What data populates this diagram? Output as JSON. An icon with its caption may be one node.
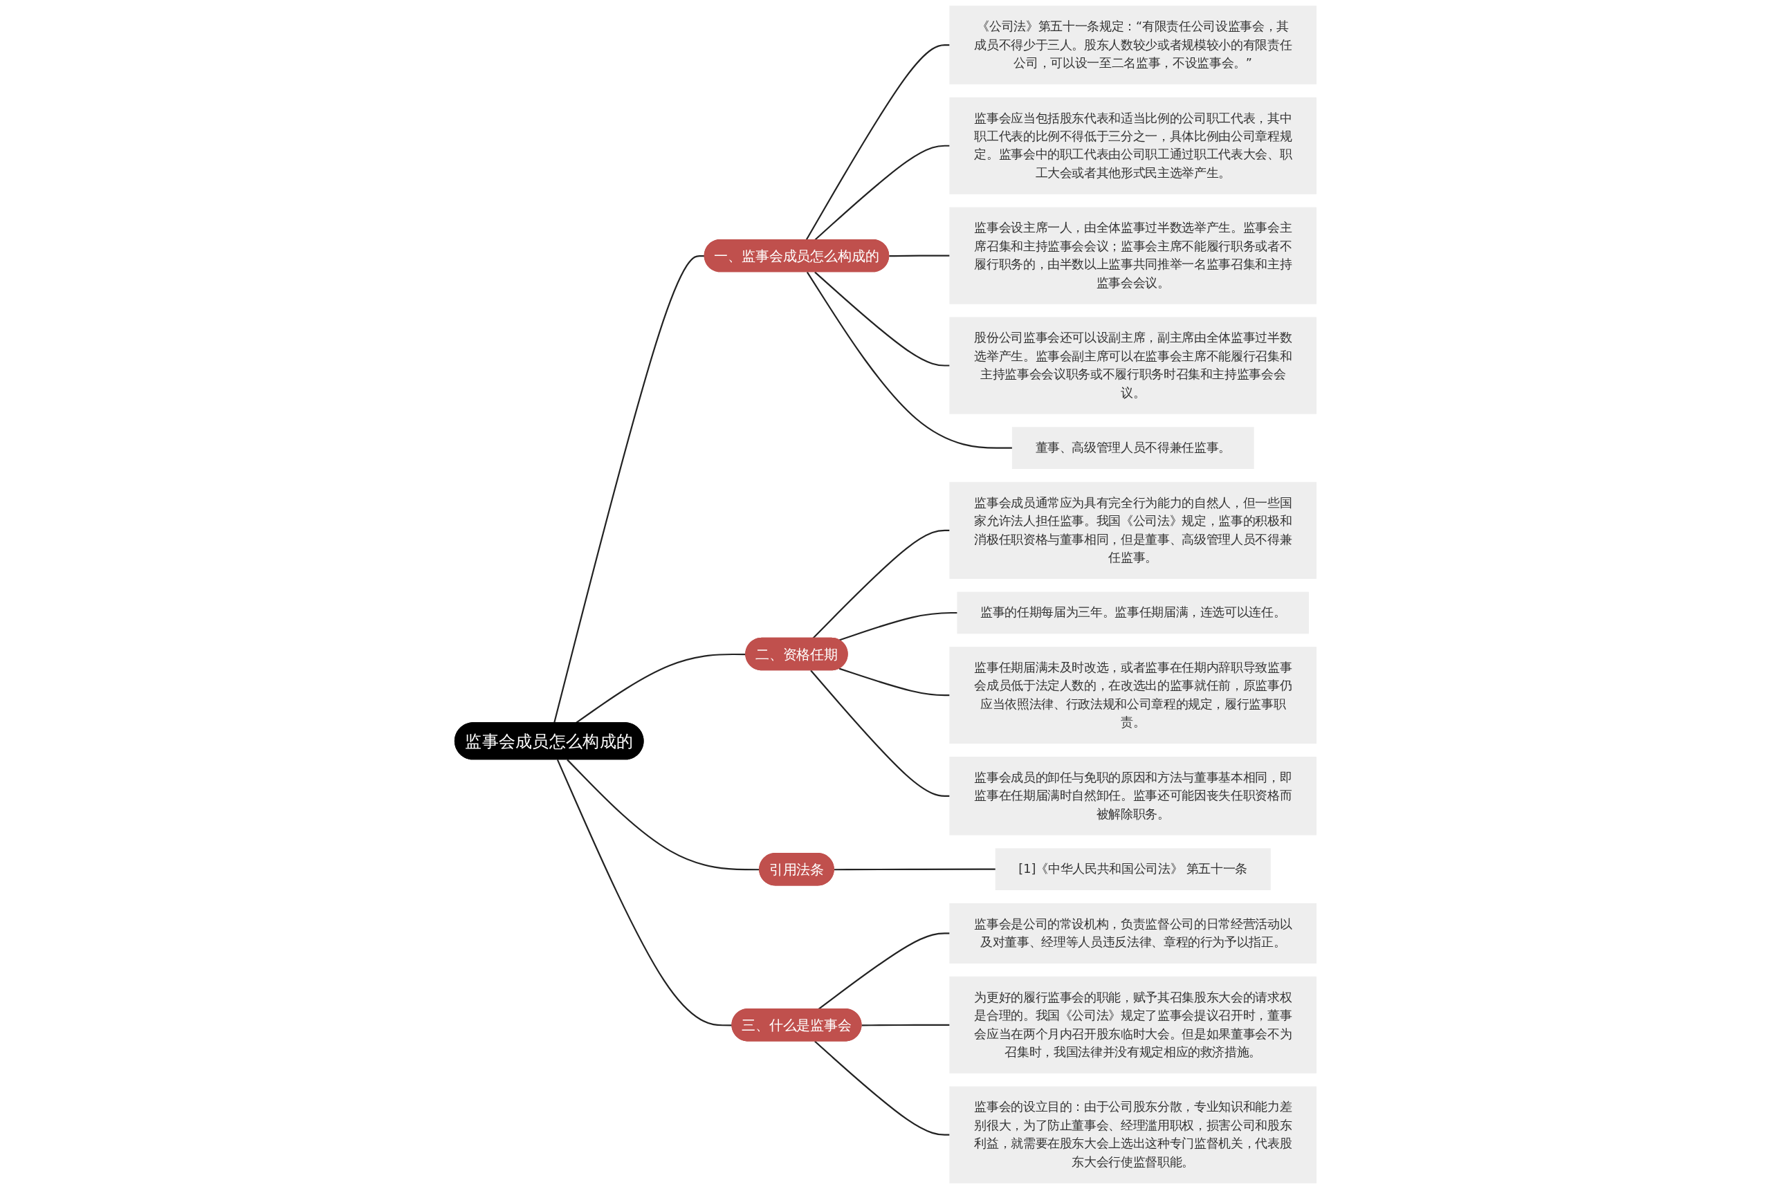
{
  "diagram": {
    "nodes": [
      {
        "text": [
          "监事会成员怎么构成的"
        ]
      },
      {
        "text": [
          "一、监事会成员怎么构成的"
        ]
      },
      {
        "text": [
          "《公司法》第五十一条规定：“有限责任公司设监事会，其成员不得少于三人。股东人数较少或者规模较小的有限责任公司，可以设一至二名监事，不设监事会。”"
        ]
      },
      {
        "text": [
          "监事会应当包括股东代表和适当比例的公司职工代表，其中职工代表的比例不得低于三分之一，具体比例由公司章程规定。监事会中的职工代表由公司职工通过职工代表大会、职工大会或者其他形式民主选举产生。"
        ]
      },
      {
        "text": [
          "监事会设主席一人，由全体监事过半数选举产生。监事会主席召集和主持监事会会议；监事会主席不能履行职务或者不履行职务的，由半数以上监事共同推举一名监事召集和主持监事会会议。"
        ]
      },
      {
        "text": [
          "股份公司监事会还可以设副主席，副主席由全体监事过半数选举产生。监事会副主席可以在监事会主席不能履行召集和主持监事会会议职务或不履行职务时召集和主持监事会会议。"
        ]
      },
      {
        "text": [
          "董事、高级管理人员不得兼任监事。"
        ]
      },
      {
        "text": [
          "二、资格任期"
        ]
      },
      {
        "text": [
          "监事会成员通常应为具有完全行为能力的自然人，但一些国家允许法人担任监事。我国《公司法》规定，监事的积极和消极任职资格与董事相同，但是董事、高级管理人员不得兼任监事。"
        ]
      },
      {
        "text": [
          "监事的任期每届为三年。监事任期届满，连选可以连任。"
        ]
      },
      {
        "text": [
          "监事任期届满未及时改选，或者监事在任期内辞职导致监事会成员低于法定人数的，在改选出的监事就任前，原监事仍应当依照法律、行政法规和公司章程的规定，履行监事职责。"
        ]
      },
      {
        "text": [
          "监事会成员的卸任与免职的原因和方法与董事基本相同，即监事在任期届满时自然卸任。监事还可能因丧失任职资格而被解除职务。"
        ]
      },
      {
        "text": [
          "引用法条"
        ]
      },
      {
        "text": [
          "[1]《中华人民共和国公司法》 第五十一条"
        ]
      },
      {
        "text": [
          "三、什么是监事会"
        ]
      },
      {
        "text": [
          "监事会是公司的常设机构，负责监督公司的日常经营活动以及对董事、经理等人员违反法律、章程的行为予以指正。"
        ]
      },
      {
        "text": [
          "为更好的履行监事会的职能，赋予其召集股东大会的请求权是合理的。我国《公司法》规定了监事会提议召开时，董事会应当在两个月内召开股东临时大会。但是如果董事会不为召集时，我国法律并没有规定相应的救济措施。"
        ]
      },
      {
        "text": [
          "监事会的设立目的：由于公司股东分散，专业知识和能力差别很大，为了防止董事会、经理滥用职权，损害公司和股东利益，就需要在股东大会上选出这种专门监督机关，代表股东大会行使监督职能。"
        ]
      }
    ],
    "edges": [
      {
        "from": 0,
        "to": 1,
        "arrow": "none"
      },
      {
        "from": 1,
        "to": 2,
        "arrow": "none"
      },
      {
        "from": 1,
        "to": 3,
        "arrow": "none"
      },
      {
        "from": 1,
        "to": 4,
        "arrow": "none"
      },
      {
        "from": 1,
        "to": 5,
        "arrow": "none"
      },
      {
        "from": 1,
        "to": 6,
        "arrow": "none"
      },
      {
        "from": 0,
        "to": 7,
        "arrow": "none"
      },
      {
        "from": 7,
        "to": 8,
        "arrow": "none"
      },
      {
        "from": 7,
        "to": 9,
        "arrow": "none"
      },
      {
        "from": 7,
        "to": 10,
        "arrow": "none"
      },
      {
        "from": 7,
        "to": 11,
        "arrow": "none"
      },
      {
        "from": 0,
        "to": 12,
        "arrow": "none"
      },
      {
        "from": 12,
        "to": 13,
        "arrow": "none"
      },
      {
        "from": 0,
        "to": 14,
        "arrow": "none"
      },
      {
        "from": 14,
        "to": 15,
        "arrow": "none"
      },
      {
        "from": 14,
        "to": 16,
        "arrow": "none"
      },
      {
        "from": 14,
        "to": 17,
        "arrow": "none"
      }
    ]
  }
}
